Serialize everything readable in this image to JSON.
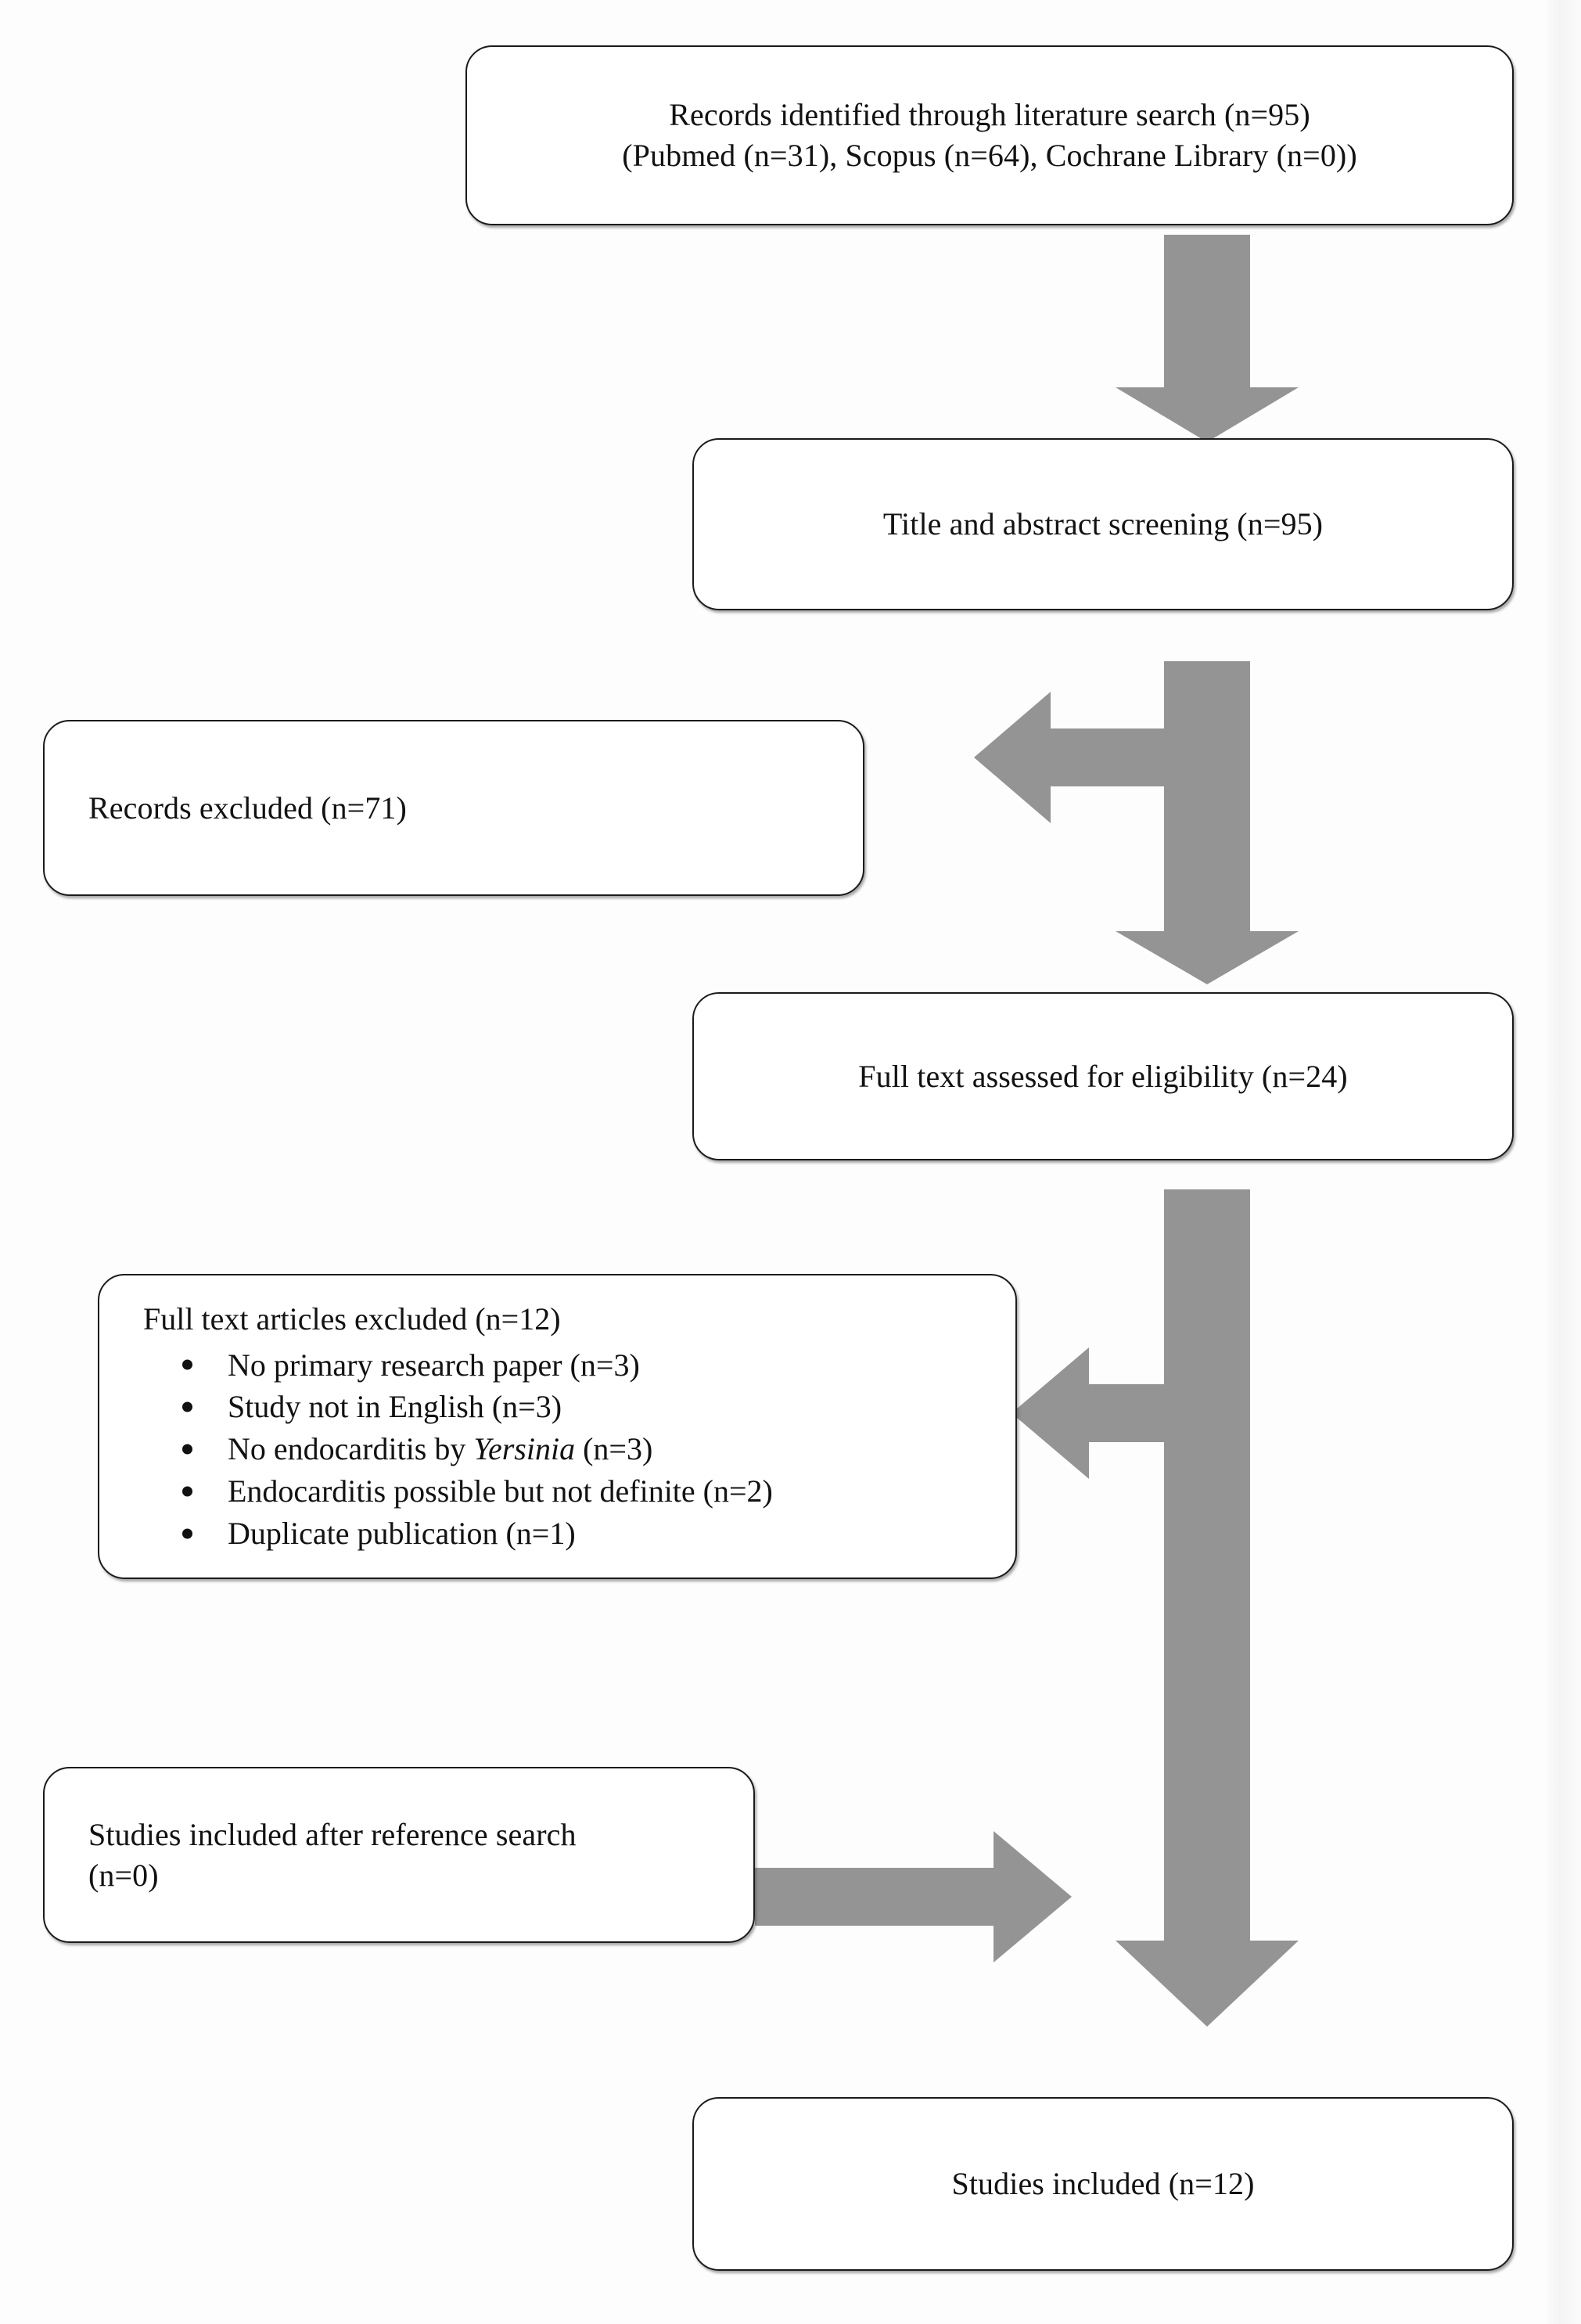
{
  "diagram": {
    "type": "prisma-flow-diagram",
    "arrow_color": "#949494",
    "box_border_color": "#1b1b1b",
    "background_color": "#fdfdfd"
  },
  "nodes": {
    "identification": {
      "id": "records-identified",
      "line1": "Records identified through literature search (n=95)",
      "line2": "(Pubmed (n=31), Scopus (n=64), Cochrane Library (n=0))"
    },
    "screening": {
      "id": "title-abstract-screening",
      "line1": "Title and abstract screening (n=95)"
    },
    "records_excluded": {
      "id": "records-excluded",
      "line1": "Records excluded (n=71)"
    },
    "eligibility": {
      "id": "full-text-assessed",
      "line1": "Full text assessed for eligibility (n=24)"
    },
    "fulltext_excluded": {
      "id": "full-text-articles-excluded",
      "title": "Full text articles excluded (n=12)",
      "items": [
        {
          "text_before": "No primary research paper (n=3)",
          "italic": "",
          "text_after": ""
        },
        {
          "text_before": "Study not in English (n=3)",
          "italic": "",
          "text_after": ""
        },
        {
          "text_before": "No endocarditis by ",
          "italic": "Yersinia",
          "text_after": " (n=3)"
        },
        {
          "text_before": "Endocarditis possible but not definite (n=2)",
          "italic": "",
          "text_after": ""
        },
        {
          "text_before": "Duplicate publication (n=1)",
          "italic": "",
          "text_after": ""
        }
      ]
    },
    "reference_search": {
      "id": "studies-included-after-reference-search",
      "line1": "Studies included after reference search",
      "line2": "(n=0)"
    },
    "included": {
      "id": "studies-included",
      "line1": "Studies included (n=12)"
    }
  },
  "connectors": [
    {
      "id": "arrow-identification-to-screening",
      "direction": "down"
    },
    {
      "id": "arrow-screening-fork-left-to-records-excluded",
      "direction": "left"
    },
    {
      "id": "arrow-screening-to-eligibility",
      "direction": "down"
    },
    {
      "id": "arrow-eligibility-fork-left-to-fulltext-excluded",
      "direction": "left"
    },
    {
      "id": "arrow-eligibility-to-included",
      "direction": "down"
    },
    {
      "id": "arrow-reference-search-merge",
      "direction": "right"
    }
  ],
  "chart_data": {
    "type": "diagram",
    "title": "PRISMA study selection flow diagram",
    "stages": [
      {
        "label": "Records identified through literature search",
        "n": 95,
        "sources": [
          {
            "name": "Pubmed",
            "n": 31
          },
          {
            "name": "Scopus",
            "n": 64
          },
          {
            "name": "Cochrane Library",
            "n": 0
          }
        ]
      },
      {
        "label": "Title and abstract screening",
        "n": 95
      },
      {
        "label": "Records excluded",
        "n": 71
      },
      {
        "label": "Full text assessed for eligibility",
        "n": 24
      },
      {
        "label": "Full text articles excluded",
        "n": 12,
        "reasons": [
          {
            "name": "No primary research paper",
            "n": 3
          },
          {
            "name": "Study not in English",
            "n": 3
          },
          {
            "name": "No endocarditis by Yersinia",
            "n": 3
          },
          {
            "name": "Endocarditis possible but not definite",
            "n": 2
          },
          {
            "name": "Duplicate publication",
            "n": 1
          }
        ]
      },
      {
        "label": "Studies included after reference search",
        "n": 0
      },
      {
        "label": "Studies included",
        "n": 12
      }
    ]
  }
}
